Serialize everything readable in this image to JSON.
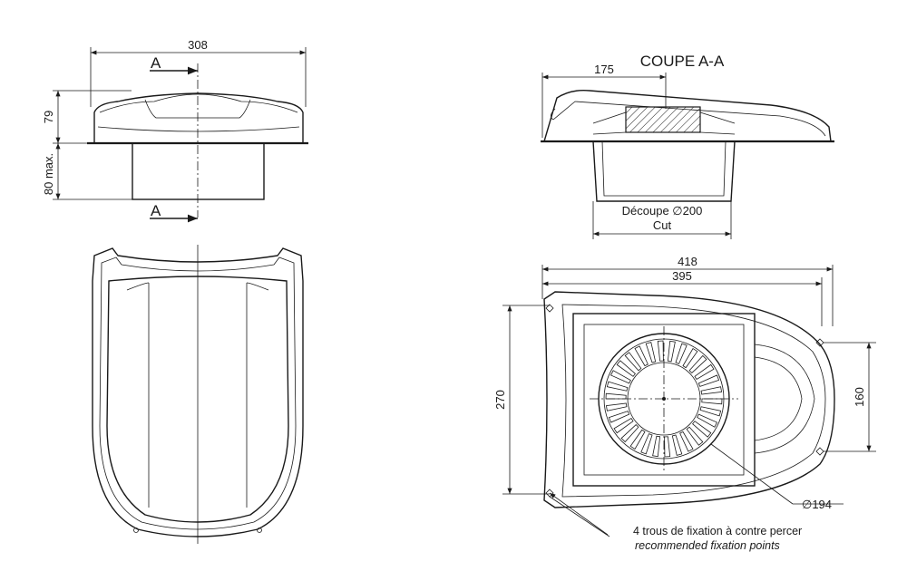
{
  "side_view": {
    "width_label": "308",
    "height_top_label": "79",
    "height_bottom_label": "80 max.",
    "section_mark_top": "A",
    "section_mark_bottom": "A"
  },
  "section_view": {
    "title": "COUPE A-A",
    "offset_label": "175",
    "cut_label": "Découpe ∅200",
    "cut_label_en": "Cut"
  },
  "top_view": {
    "overall_width_label": "418",
    "inner_width_label": "395",
    "depth_label": "270",
    "fixing_span_label": "160",
    "diameter_label": "∅194"
  },
  "note": {
    "line_fr": "4 trous de fixation à contre percer",
    "line_en": "recommended fixation points"
  }
}
